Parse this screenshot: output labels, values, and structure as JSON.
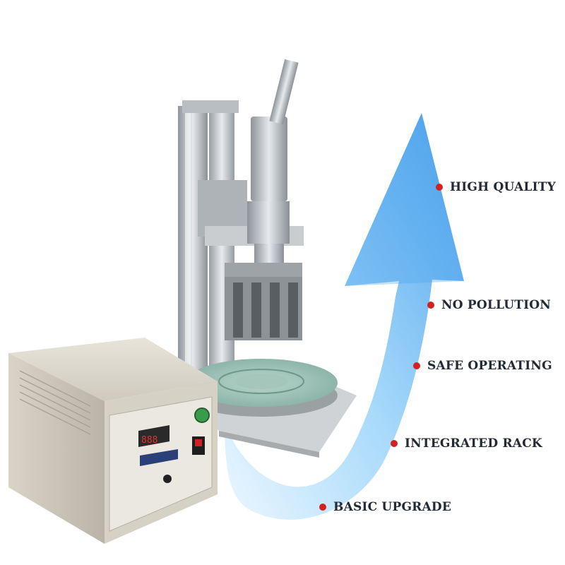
{
  "colors": {
    "bullet": "#d42020",
    "text": "#222a36",
    "arrow_light": "#e4f3ff",
    "arrow_mid": "#8fcdf7",
    "arrow_dark": "#2f8fe6"
  },
  "features": [
    {
      "label": "HIGH QUALITY"
    },
    {
      "label": "NO POLLUTION"
    },
    {
      "label": "SAFE OPERATING"
    },
    {
      "label": "INTEGRATED RACK"
    },
    {
      "label": "BASIC UPGRADE"
    }
  ],
  "machine": {
    "generator_icon": "ultrasonic-generator-icon",
    "press_icon": "ultrasonic-press-icon"
  }
}
